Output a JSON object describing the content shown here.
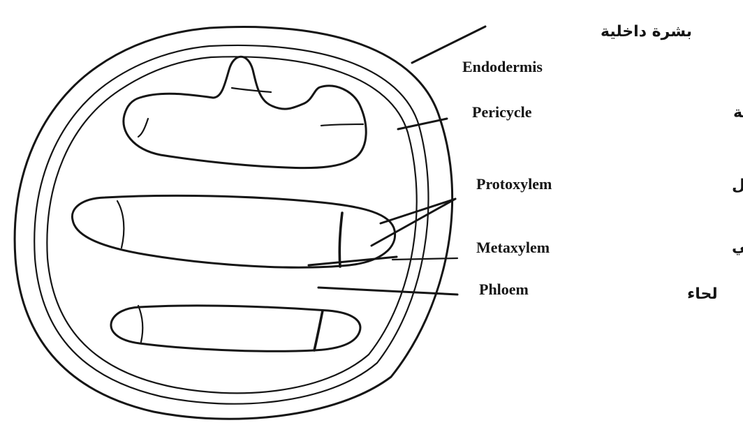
{
  "labels": [
    {
      "id": "endodermis",
      "en": "Endodermis",
      "ar": "بشرة داخلية"
    },
    {
      "id": "pericycle",
      "en": "Pericycle",
      "ar": "دائرة محيطية"
    },
    {
      "id": "protoxylem",
      "en": "Protoxylem",
      "ar": "خشب أول"
    },
    {
      "id": "metaxylem",
      "en": "Metaxylem",
      "ar": "خشب تالي"
    },
    {
      "id": "phloem",
      "en": "Phloem",
      "ar": "لحاء"
    }
  ]
}
